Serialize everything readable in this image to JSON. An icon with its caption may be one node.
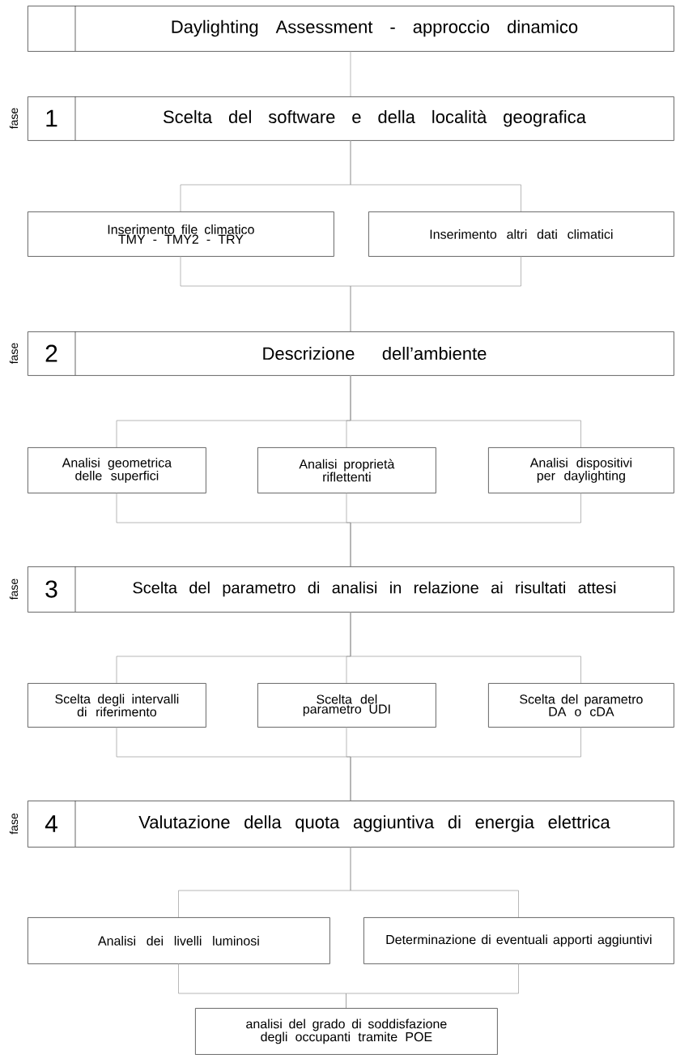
{
  "diagram": {
    "nodes": [
      {
        "text": [
          "Daylighting Assessment - approccio dinamico"
        ]
      },
      {
        "text": [
          "1",
          "Scelta del software e della località geografica"
        ],
        "beside": [
          "fase"
        ]
      },
      {
        "text": [
          "Inserimento file climatico TMY - TMY2 - TRY"
        ]
      },
      {
        "text": [
          "Inserimento altri dati climatici"
        ]
      },
      {
        "text": [
          "2",
          "Descrizione dell’ambiente"
        ],
        "beside": [
          "fase"
        ]
      },
      {
        "text": [
          "Analisi geometrica delle superfici"
        ]
      },
      {
        "text": [
          "Analisi proprietà riflettenti"
        ]
      },
      {
        "text": [
          "Analisi dispositivi per daylighting"
        ]
      },
      {
        "text": [
          "3",
          "Scelta del parametro di analisi in relazione ai risultati attesi"
        ],
        "beside": [
          "fase"
        ]
      },
      {
        "text": [
          "Scelta degli intervalli di riferimento"
        ]
      },
      {
        "text": [
          "Scelta del parametro UDI"
        ]
      },
      {
        "text": [
          "Scelta del parametro DA o cDA"
        ]
      },
      {
        "text": [
          "4",
          "Valutazione della quota aggiuntiva di energia elettrica"
        ],
        "beside": [
          "fase"
        ]
      },
      {
        "text": [
          "Analisi dei livelli luminosi"
        ]
      },
      {
        "text": [
          "Determinazione di eventuali apporti aggiuntivi"
        ]
      },
      {
        "text": [
          "analisi del grado di soddisfazione degli occupanti tramite POE"
        ]
      }
    ],
    "edges": [
      {
        "from": 0,
        "to": 1,
        "arrow": "none"
      },
      {
        "from": 1,
        "to": 2,
        "arrow": "none"
      },
      {
        "from": 1,
        "to": 3,
        "arrow": "none"
      },
      {
        "from": 2,
        "to": 4,
        "arrow": "none"
      },
      {
        "from": 3,
        "to": 4,
        "arrow": "none"
      },
      {
        "from": 4,
        "to": 5,
        "arrow": "none"
      },
      {
        "from": 4,
        "to": 6,
        "arrow": "none"
      },
      {
        "from": 4,
        "to": 7,
        "arrow": "none"
      },
      {
        "from": 5,
        "to": 8,
        "arrow": "none"
      },
      {
        "from": 6,
        "to": 8,
        "arrow": "none"
      },
      {
        "from": 7,
        "to": 8,
        "arrow": "none"
      },
      {
        "from": 8,
        "to": 9,
        "arrow": "none"
      },
      {
        "from": 8,
        "to": 10,
        "arrow": "none"
      },
      {
        "from": 8,
        "to": 11,
        "arrow": "none"
      },
      {
        "from": 9,
        "to": 12,
        "arrow": "none"
      },
      {
        "from": 10,
        "to": 12,
        "arrow": "none"
      },
      {
        "from": 11,
        "to": 12,
        "arrow": "none"
      },
      {
        "from": 12,
        "to": 13,
        "arrow": "none"
      },
      {
        "from": 12,
        "to": 14,
        "arrow": "none"
      },
      {
        "from": 13,
        "to": 15,
        "arrow": "none"
      },
      {
        "from": 14,
        "to": 15,
        "arrow": "none"
      }
    ]
  }
}
